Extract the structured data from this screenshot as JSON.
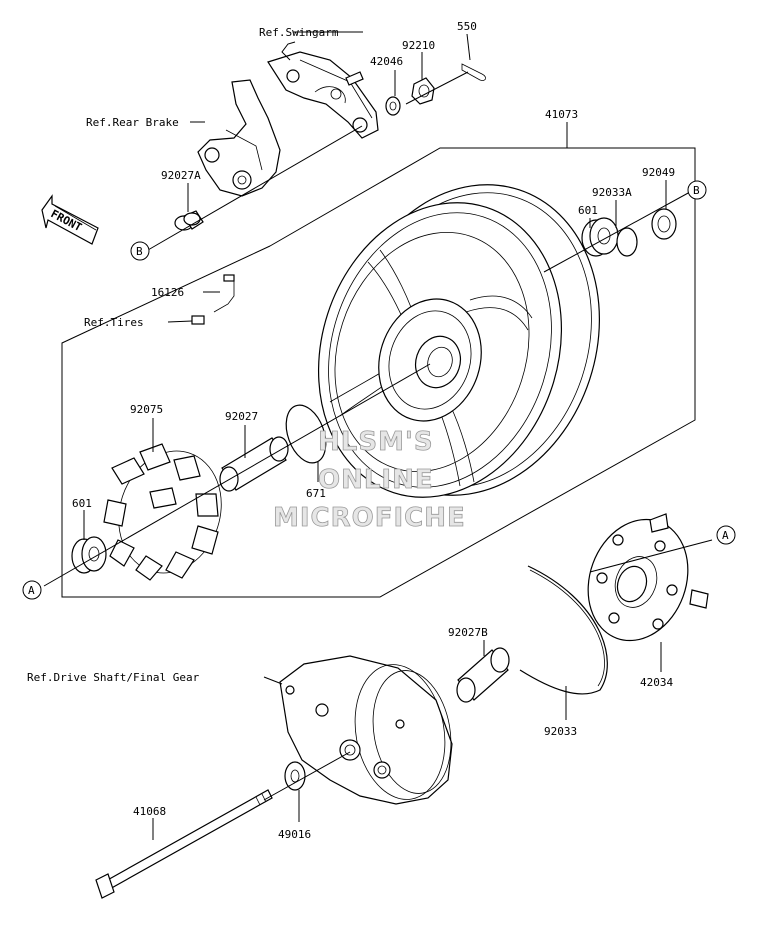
{
  "labels": {
    "ref_swingarm": "Ref.Swingarm",
    "ref_rear_brake": "Ref.Rear Brake",
    "ref_tires": "Ref.Tires",
    "ref_drive_shaft": "Ref.Drive Shaft/Final Gear",
    "front": "FRONT",
    "p550": "550",
    "p92210": "92210",
    "p42046": "42046",
    "p41073": "41073",
    "p92049": "92049",
    "p92033a": "92033A",
    "p601_top": "601",
    "p92027a": "92027A",
    "p16126": "16126",
    "p92075": "92075",
    "p92027": "92027",
    "p671": "671",
    "p601_left": "601",
    "p92027b": "92027B",
    "p42034": "42034",
    "p92033": "92033",
    "p41068": "41068",
    "p49016": "49016",
    "ref_a1": "A",
    "ref_a2": "A",
    "ref_b1": "B",
    "ref_b2": "B"
  },
  "watermark": {
    "line1": "HLSM'S",
    "line2": "ONLINE",
    "line3": "MICROFICHE"
  }
}
